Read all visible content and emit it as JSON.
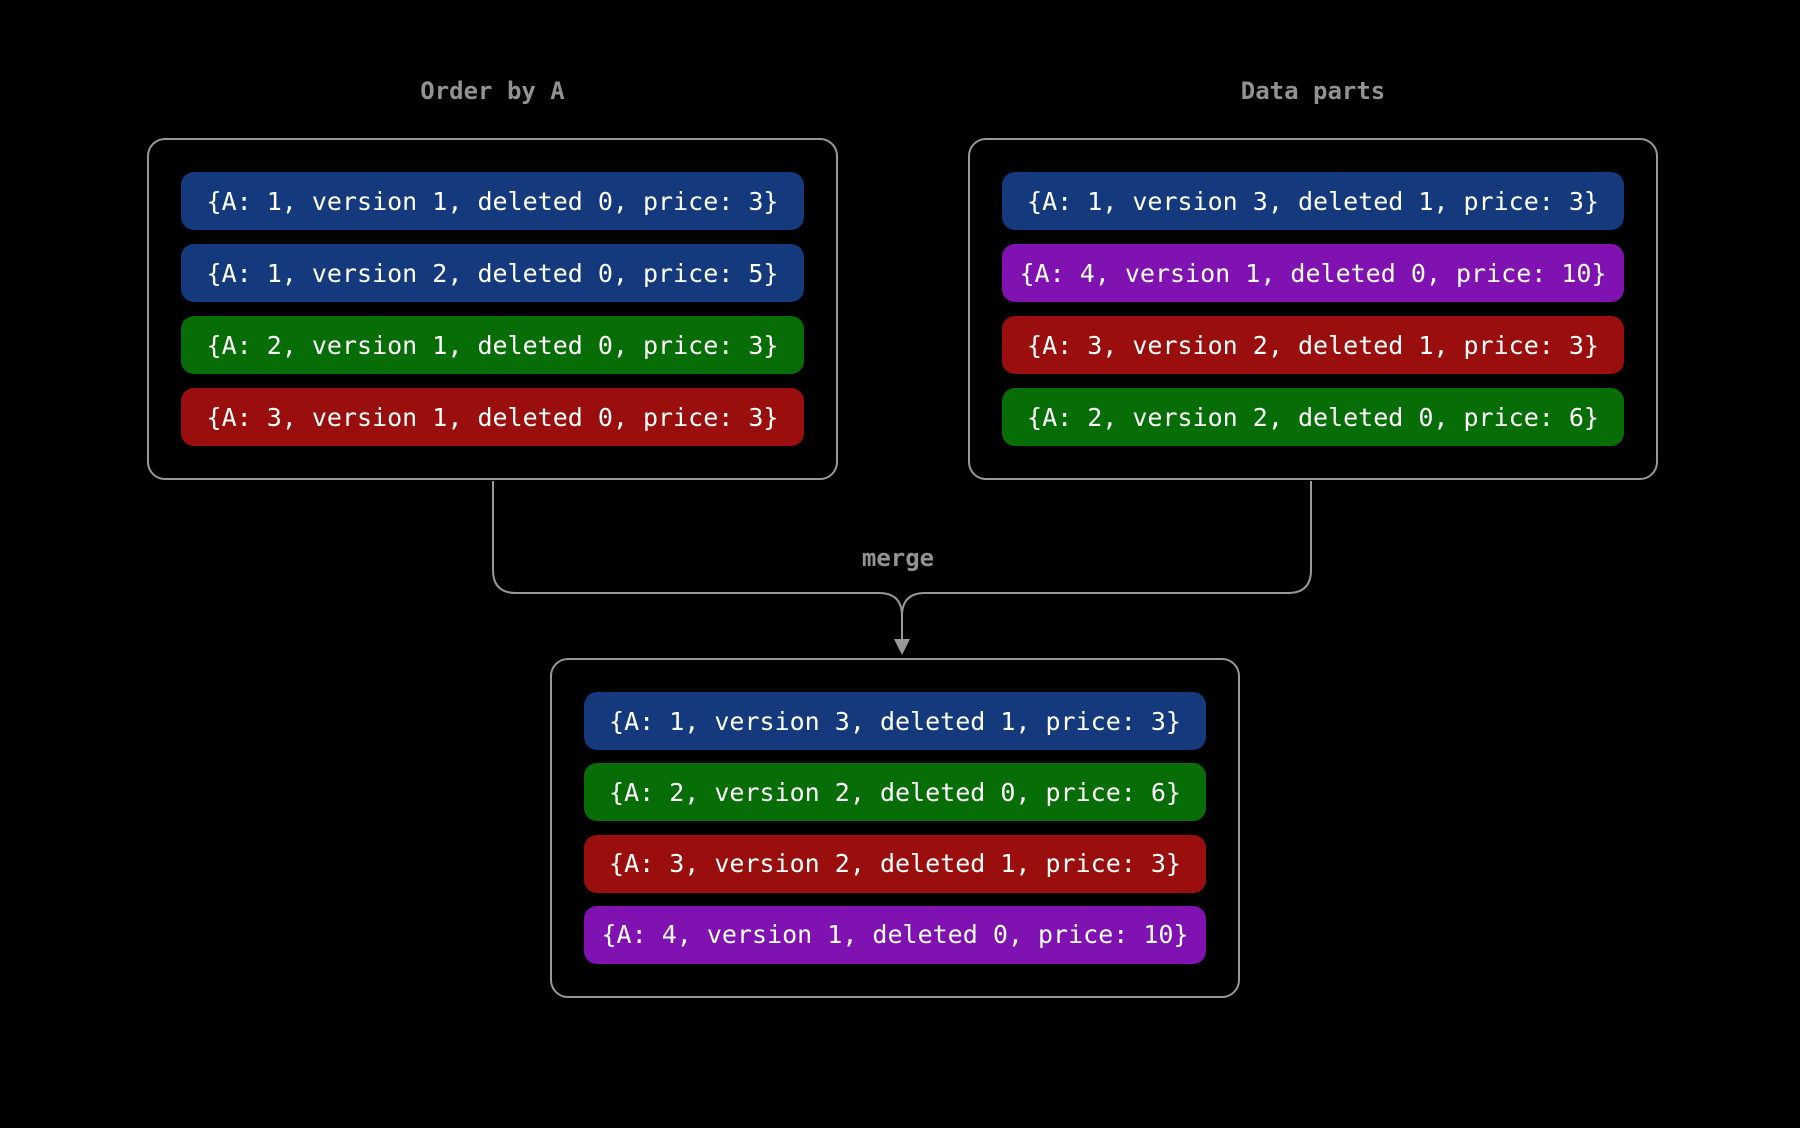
{
  "palette": {
    "bg": "#000000",
    "line": "#989898",
    "title": "#929292",
    "rowtext": "#ffffff",
    "blue": "#14397c",
    "green": "#076e07",
    "red": "#9a0e0e",
    "purple": "#8012b1"
  },
  "diagram": {
    "merge_label": "merge",
    "boxes": [
      {
        "id": "order-by-a",
        "title": "Order by A",
        "rows": [
          {
            "text": "{A: 1, version 1, deleted 0, price: 3}",
            "color": "blue"
          },
          {
            "text": "{A: 1, version 2, deleted 0, price: 5}",
            "color": "blue"
          },
          {
            "text": "{A: 2, version 1, deleted 0, price: 3}",
            "color": "green"
          },
          {
            "text": "{A: 3, version 1, deleted 0, price: 3}",
            "color": "red"
          }
        ]
      },
      {
        "id": "data-parts",
        "title": "Data parts",
        "rows": [
          {
            "text": "{A: 1, version 3, deleted 1, price: 3}",
            "color": "blue"
          },
          {
            "text": "{A: 4, version 1, deleted 0, price: 10}",
            "color": "purple"
          },
          {
            "text": "{A: 3, version 2, deleted 1, price: 3}",
            "color": "red"
          },
          {
            "text": "{A: 2, version 2, deleted 0, price: 6}",
            "color": "green"
          }
        ]
      },
      {
        "id": "merged-result",
        "title": "",
        "rows": [
          {
            "text": "{A: 1, version 3, deleted 1, price: 3}",
            "color": "blue"
          },
          {
            "text": "{A: 2, version 2, deleted 0, price: 6}",
            "color": "green"
          },
          {
            "text": "{A: 3, version 2, deleted 1, price: 3}",
            "color": "red"
          },
          {
            "text": "{A: 4, version 1, deleted 0, price: 10}",
            "color": "purple"
          }
        ]
      }
    ]
  }
}
